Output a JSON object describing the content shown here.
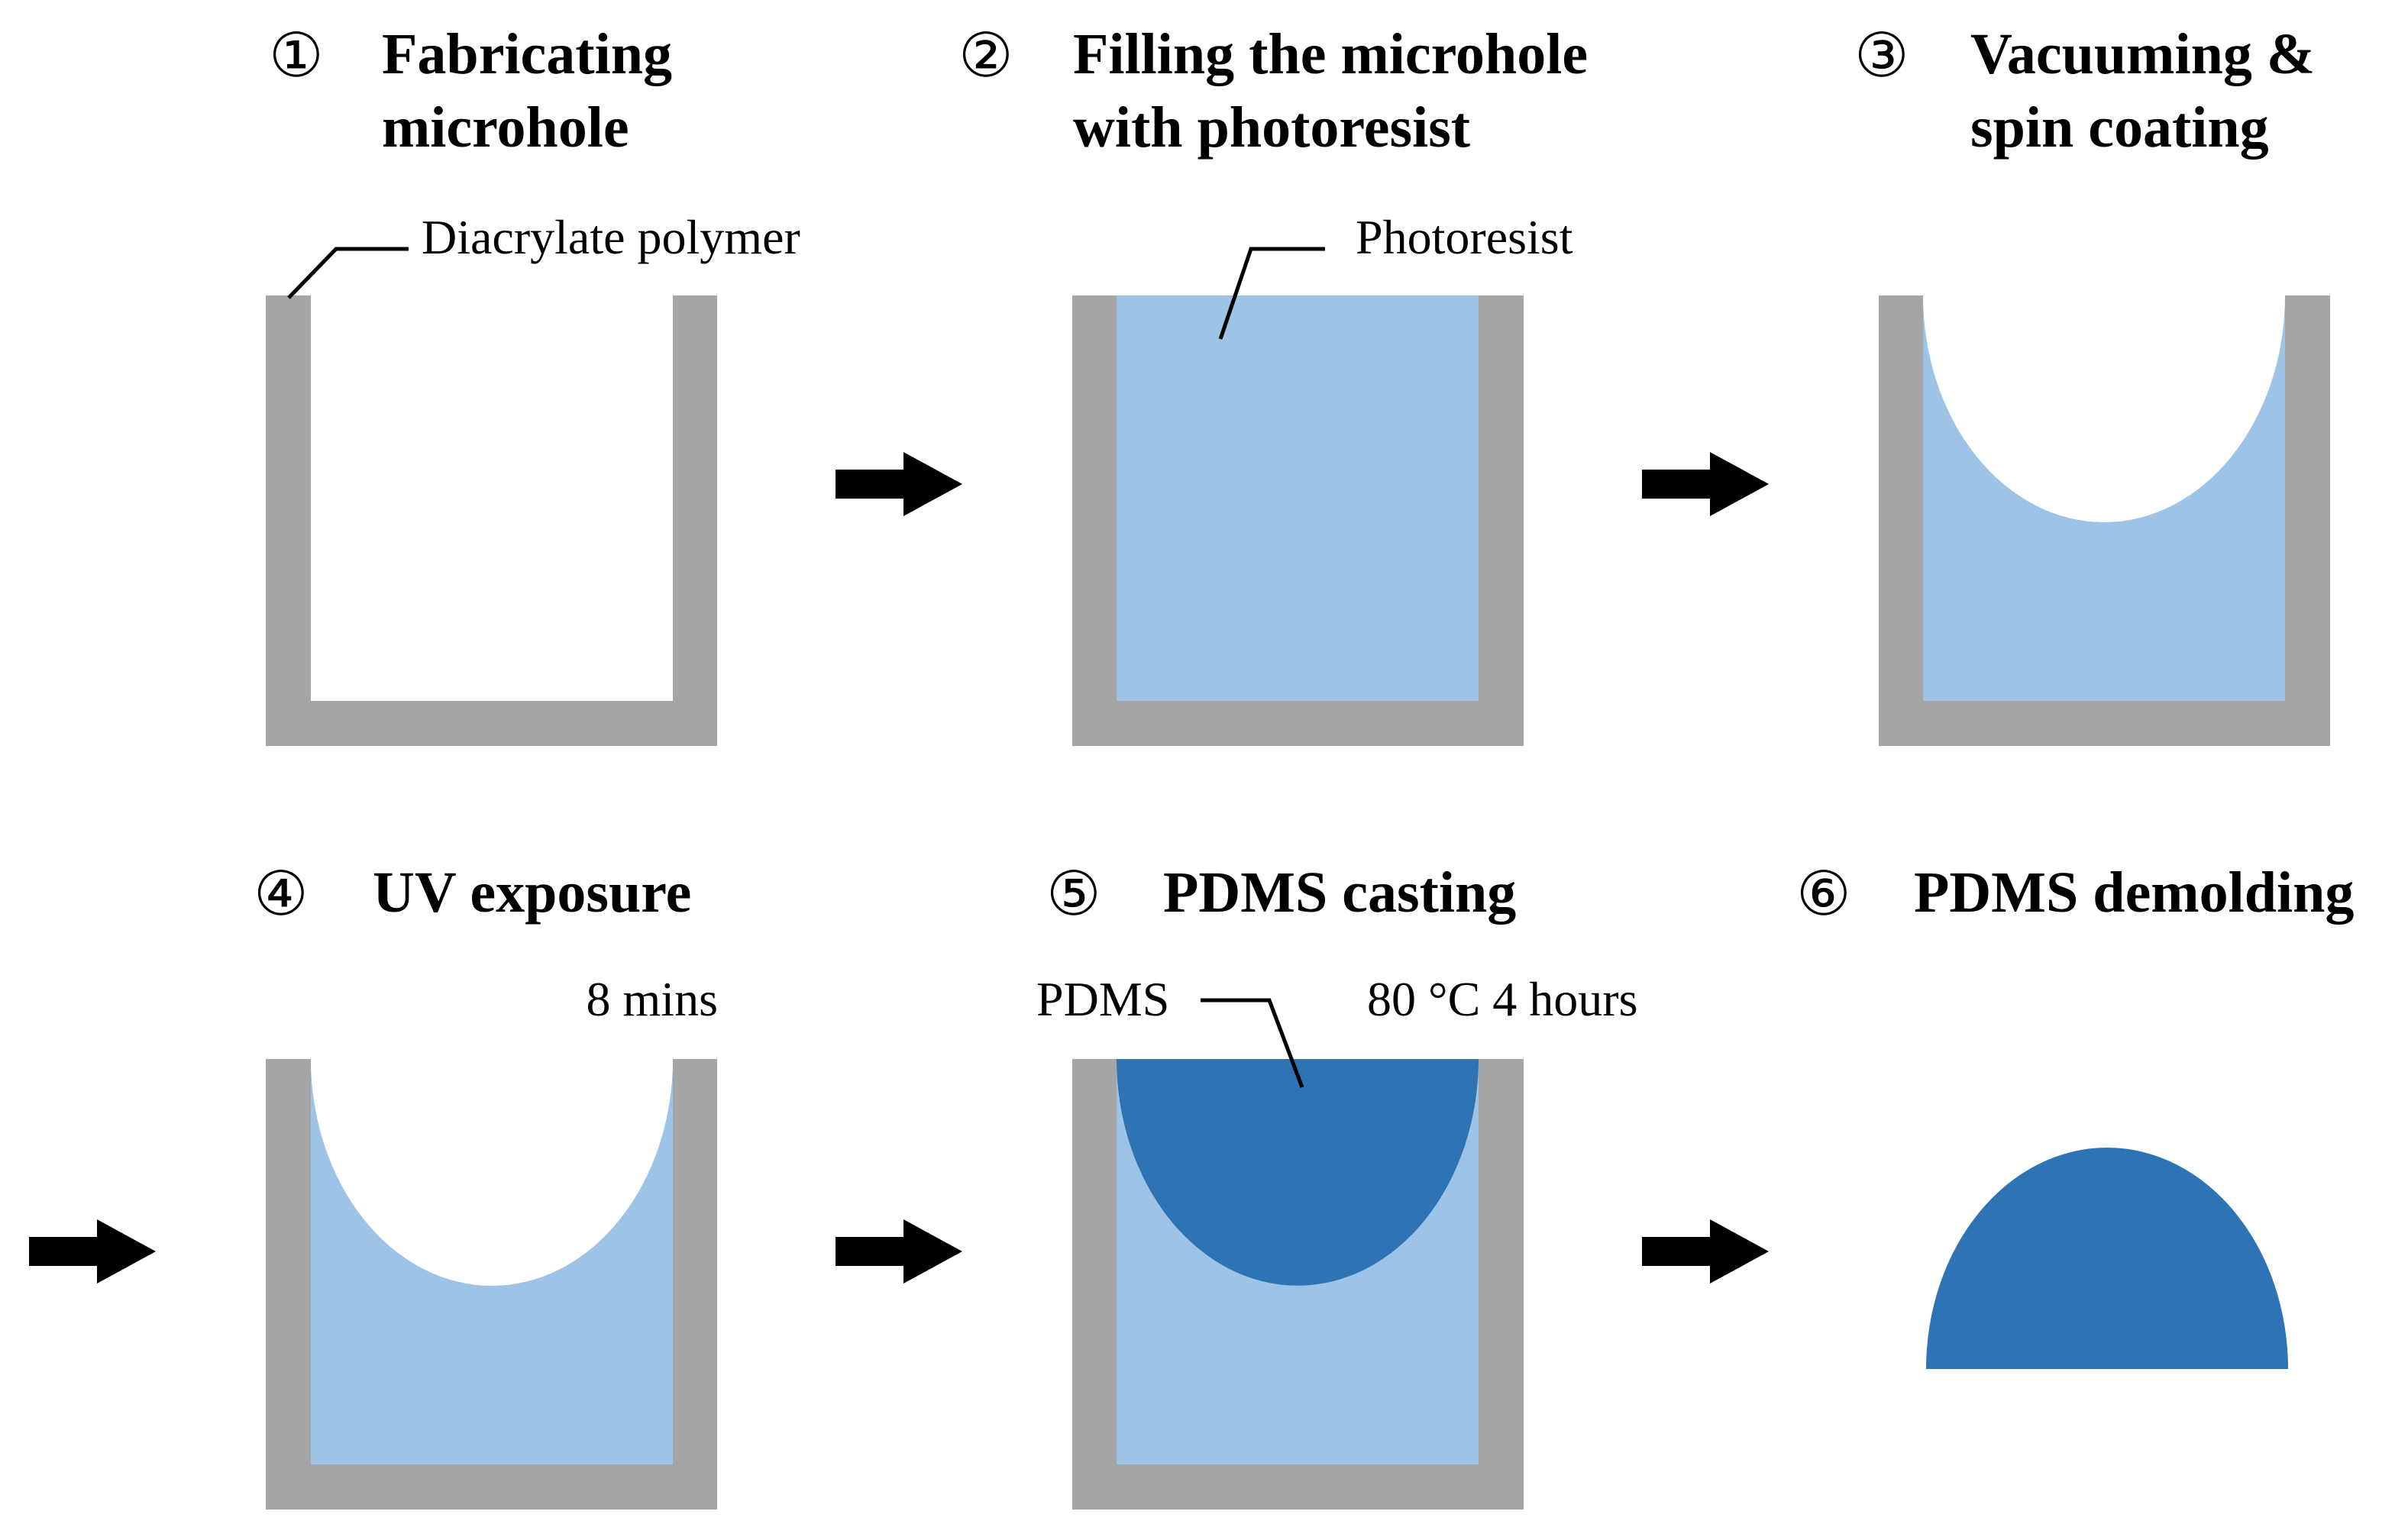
{
  "colors": {
    "wall": "#a5a5a5",
    "photoresist": "#9dc3e6",
    "pdms": "#2e74b5",
    "arrow": "#000000",
    "background": "#ffffff"
  },
  "steps": [
    {
      "number": "①",
      "title_lines": [
        "Fabricating",
        "microhole"
      ]
    },
    {
      "number": "②",
      "title_lines": [
        "Filling the microhole",
        "with photoresist"
      ]
    },
    {
      "number": "③",
      "title_lines": [
        "Vacuuming &",
        "spin coating"
      ]
    },
    {
      "number": "④",
      "title_lines": [
        "UV exposure"
      ]
    },
    {
      "number": "⑤",
      "title_lines": [
        "PDMS casting"
      ]
    },
    {
      "number": "⑥",
      "title_lines": [
        "PDMS demolding"
      ]
    }
  ],
  "annotations": {
    "diacrylate_polymer": "Diacrylate polymer",
    "photoresist": "Photoresist",
    "uv_time": "8 mins",
    "pdms": "PDMS",
    "cure_condition": "80 °C 4 hours"
  },
  "arrow_icon": "right-arrow-icon"
}
